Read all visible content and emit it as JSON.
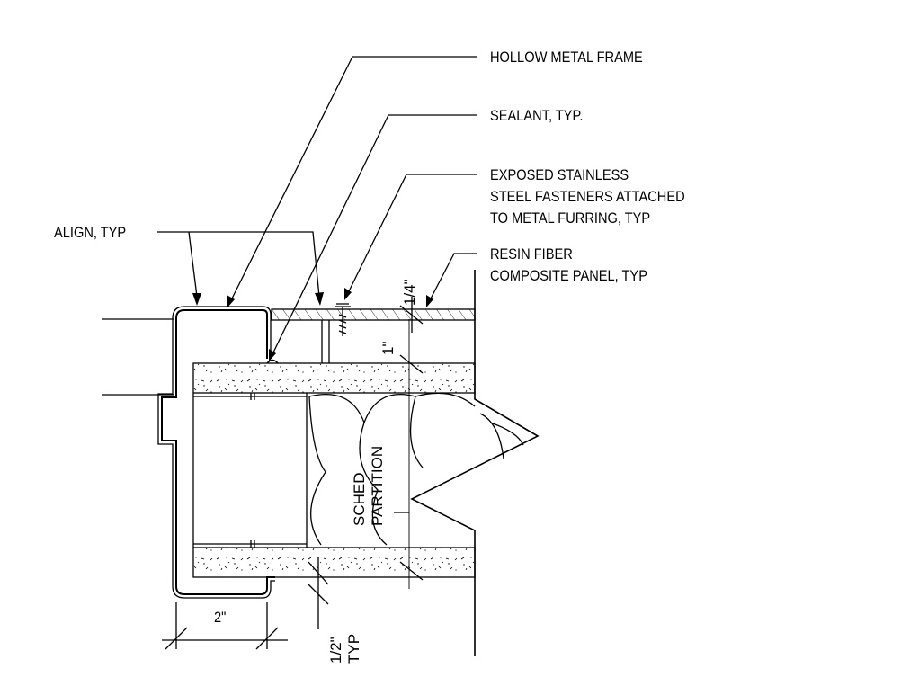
{
  "callouts": {
    "hollow_metal_frame": "HOLLOW METAL FRAME",
    "sealant": "SEALANT, TYP.",
    "fasteners": [
      "EXPOSED STAINLESS",
      "STEEL FASTENERS ATTACHED",
      "TO METAL FURRING, TYP"
    ],
    "resin_panel": [
      "RESIN FIBER",
      "COMPOSITE PANEL, TYP"
    ],
    "align": "ALIGN, TYP",
    "partition": [
      "SCHED",
      "PARTITION"
    ]
  },
  "dimensions": {
    "panel_thickness": "1/4\"",
    "furring_depth": "1\"",
    "frame_return": "2\"",
    "gap": [
      "1/2\"",
      "TYP"
    ]
  }
}
